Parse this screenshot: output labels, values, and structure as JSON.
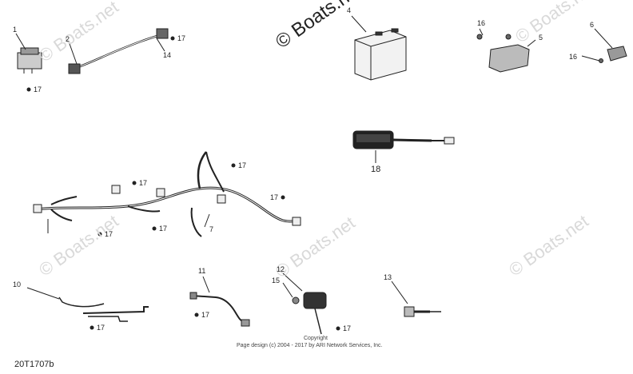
{
  "watermark": {
    "brand": "© Boats.net"
  },
  "callouts": {
    "c1": "1",
    "c2": "2",
    "c14": "14",
    "c4": "4",
    "c16a": "16",
    "c5": "5",
    "c6": "6",
    "c16b": "16",
    "c18": "18",
    "c7": "7",
    "c10": "10",
    "c11": "11",
    "c12": "12",
    "c15": "15",
    "c13": "13",
    "f17": "17"
  },
  "footer": {
    "copyright_label": "Copyright",
    "page_design": "Page design (c) 2004 - 2017 by ARI Network Services, Inc."
  },
  "diagram_code": "20T1707b"
}
